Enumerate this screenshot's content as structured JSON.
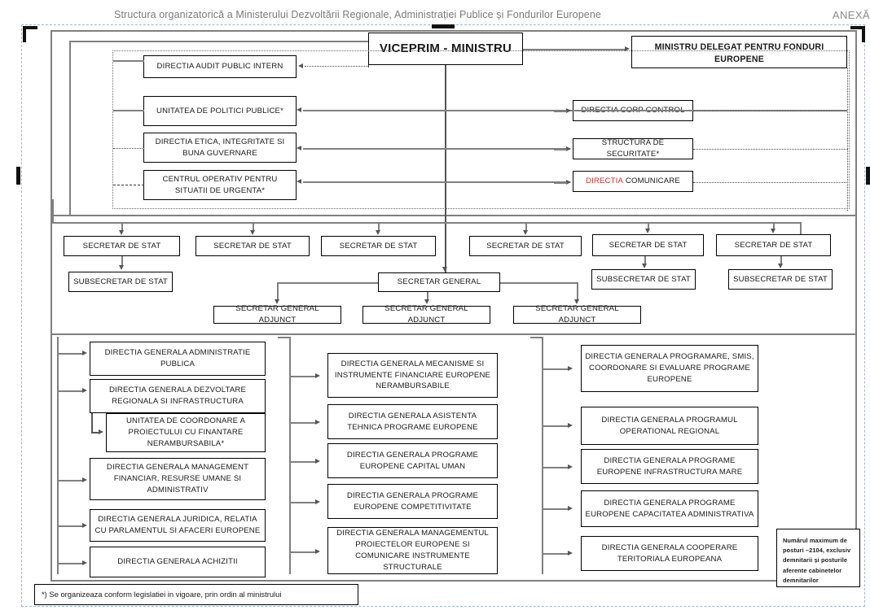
{
  "header": {
    "title": "Structura organizatorică a Ministerului Dezvoltării Regionale, Administrației Publice și Fondurilor Europene",
    "annex_label": "ANEXĂ"
  },
  "top": {
    "viceprim": "VICEPRIM - MINISTRU",
    "ministru_delegat": "MINISTRU DELEGAT PENTRU FONDURI EUROPENE"
  },
  "staff_left": [
    {
      "label": "DIRECTIA AUDIT PUBLIC INTERN"
    },
    {
      "label": "UNITATEA DE POLITICI PUBLICE*"
    },
    {
      "label": "DIRECTIA ETICA, INTEGRITATE SI BUNA GUVERNARE"
    },
    {
      "label": "CENTRUL OPERATIV PENTRU SITUATII DE URGENTA*"
    }
  ],
  "staff_right": [
    {
      "label": "DIRECTIA CORP CONTROL",
      "red_prefix": ""
    },
    {
      "label": "STRUCTURA DE SECURITATE*",
      "red_prefix": ""
    },
    {
      "label": "COMUNICARE",
      "red_prefix": "DIRECTIA"
    }
  ],
  "secretaries": {
    "secretar_de_stat": "SECRETAR DE STAT",
    "subsecretar_de_stat": "SUBSECRETAR DE STAT",
    "secretar_general": "SECRETAR GENERAL",
    "secretar_general_adjunct": "SECRETAR GENERAL ADJUNCT",
    "state_secretary_count": 6,
    "undersecretary_count": 3,
    "deputy_general_count": 3
  },
  "directorates_left": [
    {
      "label": "DIRECTIA GENERALA ADMINISTRATIE PUBLICA"
    },
    {
      "label": "DIRECTIA GENERALA DEZVOLTARE REGIONALA SI INFRASTRUCTURA"
    },
    {
      "label": "UNITATEA DE COORDONARE A PROIECTULUI CU FINANTARE NERAMBURSABILA*"
    },
    {
      "label": "DIRECTIA GENERALA MANAGEMENT FINANCIAR, RESURSE UMANE SI ADMINISTRATIV"
    },
    {
      "label": "DIRECTIA GENERALA JURIDICA, RELATIA CU PARLAMENTUL SI AFACERI EUROPENE"
    },
    {
      "label": "DIRECTIA GENERALA ACHIZITII"
    }
  ],
  "directorates_middle": [
    {
      "label": "DIRECTIA GENERALA MECANISME SI INSTRUMENTE FINANCIARE EUROPENE NERAMBURSABILE"
    },
    {
      "label": "DIRECTIA GENERALA ASISTENTA TEHNICA PROGRAME EUROPENE"
    },
    {
      "label": "DIRECTIA GENERALA PROGRAME EUROPENE CAPITAL UMAN"
    },
    {
      "label": "DIRECTIA GENERALA PROGRAME EUROPENE COMPETITIVITATE"
    },
    {
      "label": "DIRECTIA GENERALA MANAGEMENTUL PROIECTELOR EUROPENE SI COMUNICARE INSTRUMENTE STRUCTURALE"
    }
  ],
  "directorates_right": [
    {
      "label": "DIRECTIA GENERALA PROGRAMARE, SMIS, COORDONARE SI EVALUARE PROGRAME EUROPENE"
    },
    {
      "label": "DIRECTIA GENERALA PROGRAMUL OPERATIONAL REGIONAL"
    },
    {
      "label": "DIRECTIA GENERALA PROGRAME EUROPENE INFRASTRUCTURA MARE"
    },
    {
      "label": "DIRECTIA GENERALA PROGRAME EUROPENE CAPACITATEA ADMINISTRATIVA"
    },
    {
      "label": "DIRECTIA GENERALA COOPERARE TERITORIALA EUROPEANA"
    }
  ],
  "notes": {
    "headcount": "Numărul maximum de posturi –2104, exclusiv demnitarii și posturile aferente cabinetelor demnitarilor",
    "footnote": "*) Se organizeaza conform legislatiei in vigoare, prin ordin al ministrului"
  },
  "colors": {
    "accent_red": "#d32f2f",
    "frame_gray": "#808080",
    "title_gray": "#7b7b7b",
    "box_border": "#000000"
  }
}
